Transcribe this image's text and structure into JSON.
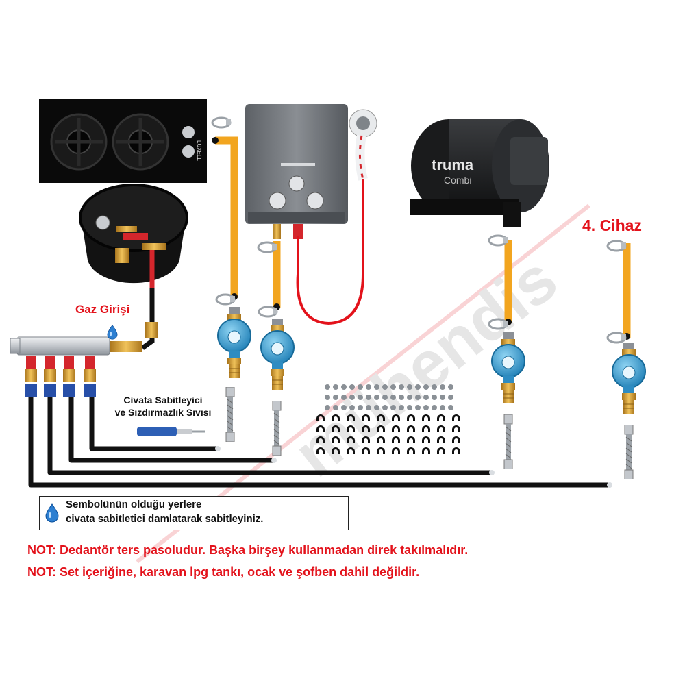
{
  "labels": {
    "gas_inlet": "Gaz Girişi",
    "device4": "4. Cihaz",
    "thread_locker_line1": "Civata Sabitleyici",
    "thread_locker_line2": "ve Sızdırmazlık Sıvısı"
  },
  "symbol_note": {
    "line1": "Sembolünün olduğu yerlere",
    "line2": "civata sabitletici damlatarak sabitleyiniz."
  },
  "notes": [
    "NOT: Dedantör ters pasoludur. Başka birşey kullanmadan direk takılmalıdır.",
    "NOT: Set içeriğine, karavan lpg tankı, ocak ve şofben dahil değildir."
  ],
  "brands": {
    "stove": "LUXELL",
    "heater": "truma",
    "heater_model": "Combi"
  },
  "watermark": "mühendis",
  "colors": {
    "hose_orange": "#f2a51f",
    "gas_pipe": "#111111",
    "regulator_blue": "#3aa6d8",
    "accent_red": "#e3121b",
    "manifold_steel": "#c9ccd0",
    "brass": "#d9a13a"
  }
}
